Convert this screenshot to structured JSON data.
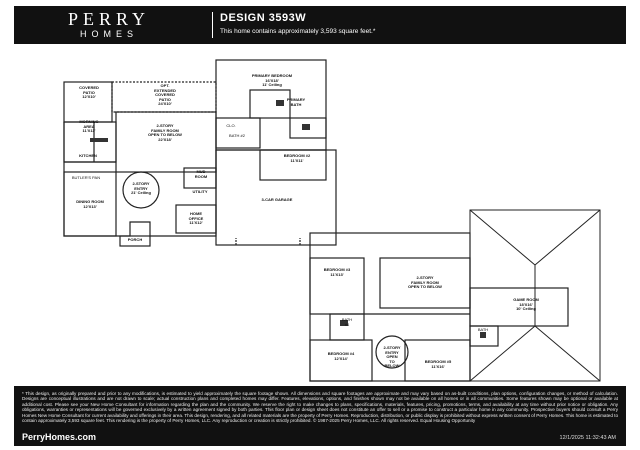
{
  "header": {
    "brand_top": "PERRY",
    "brand_bottom": "HOMES",
    "design_title": "DESIGN 3593W",
    "sqft_text": "This home contains approximately 3,593 square feet.*"
  },
  "first_floor_labels": {
    "covered_patio": "COVERED\nPATIO\n12'X10'",
    "opt_patio": "OPT.\nEXTENDED\nCOVERED\nPATIO\n24'X10'",
    "primary_bedroom": "PRIMARY BEDROOM\n16'X18'\n11' Ceiling",
    "primary_bath": "PRIMARY\nBATH",
    "morning_area": "MORNING\nAREA\n11'X11'",
    "family_room": "2-STORY\nFAMILY ROOM\nOPEN TO BELOW\n22'X18'",
    "clo": "CLO.",
    "bath2": "BATH #2",
    "bedroom2": "BEDROOM #2\n11'X11'",
    "kitchen": "KITCHEN",
    "butlers_pan": "BUTLER'S PAN",
    "entry": "2-STORY\nENTRY\n21' Ceiling",
    "mud_room": "MUD\nROOM",
    "utility": "UTILITY",
    "dining_room": "DINING ROOM\n12'X13'",
    "home_office": "HOME\nOFFICE\n11'X12'",
    "garage": "3-CAR GARAGE",
    "porch": "PORCH"
  },
  "second_floor_labels": {
    "bedroom3": "BEDROOM #3\n11'X13'",
    "family_open": "2-STORY\nFAMILY ROOM\nOPEN TO BELOW",
    "game_room": "GAME ROOM\n18'X16'\n10' Ceiling",
    "bath_upper": "BATH",
    "bath4": "BATH\n#4",
    "entry_open": "2-STORY\nENTRY\nOPEN\nTO\nBELOW",
    "bedroom4": "BEDROOM #4\n12'X14'",
    "bedroom5": "BEDROOM #5\n11'X16'"
  },
  "footer": {
    "disclaimer": "* This design, as originally prepared and prior to any modifications, is estimated to yield approximately the square footage shown. All dimensions and square footages are approximate and may vary based on as-built conditions, plan options, configuration changes, or method of calculation. Designs are conceptual illustrations and are not drawn to scale; actual construction plans and completed homes may differ. Features, elevations, options, and finishes shown may not be available on all homes or in all communities. Some features shown may be optional or available at additional cost. Please see your New Home Consultant for information regarding the plan and the community. We reserve the right to make changes to plans, specifications, materials, features, pricing, promotions, terms, and availability at any time without prior notice or obligation. Any obligations, warranties or representations will be governed exclusively by a written agreement signed by both parties. This floor plan or design sheet does not constitute an offer to sell or a promise to construct a particular home in any community. Prospective buyers should consult a Perry Homes New Home Consultant for current availability and offerings in their area. This design, rendering, and all related materials are the property of Perry Homes. Reproduction, distribution, or public display is prohibited without express written consent of Perry Homes. This home is estimated to contain approximately 3,593 square feet. This rendering is the property of Perry Homes, LLC. Any reproduction or creation is strictly prohibited. © 1987-2025 Perry Homes, LLC. All rights reserved. Equal Housing Opportunity",
    "website": "PerryHomes.com",
    "timestamp": "12/1/2025 11:32:43 AM"
  }
}
